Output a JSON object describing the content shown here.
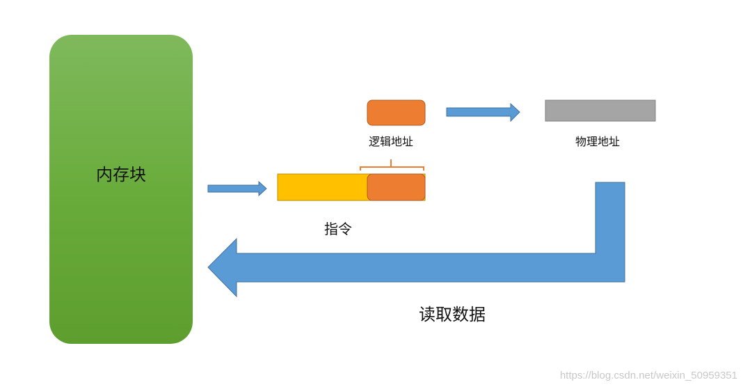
{
  "memory_block": {
    "label": "内存块"
  },
  "instruction": {
    "label": "指令"
  },
  "logical_address": {
    "label": "逻辑地址"
  },
  "physical_address": {
    "label": "物理地址"
  },
  "read_data": {
    "label": "读取数据"
  },
  "watermark": {
    "text": "https://blog.csdn.net/weixin_50959351"
  },
  "colors": {
    "memory_green": "#6aac3c",
    "instruction_yellow": "#ffc000",
    "logical_orange": "#ed7d31",
    "physical_gray": "#a5a5a5",
    "arrow_blue": "#5b9bd5"
  }
}
